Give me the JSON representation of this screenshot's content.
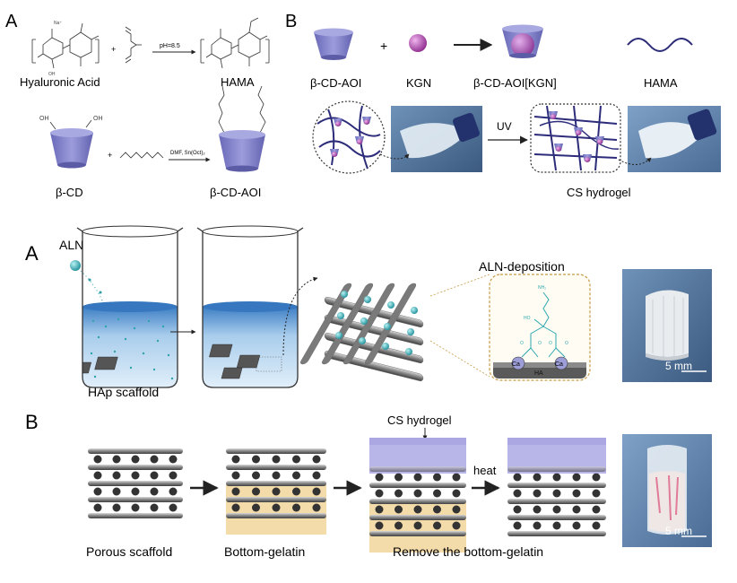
{
  "panel_top_a": {
    "letter": "A",
    "hyaluronic_acid": "Hyaluronic Acid",
    "hama": "HAMA",
    "condition_ph": "pH=8.5",
    "beta_cd": "β-CD",
    "beta_cd_aoi": "β-CD-AOI",
    "condition_dmf": "DMF, Sn(Oct)₂",
    "plus": "+",
    "na": "Na⁺",
    "oh": "OH"
  },
  "panel_top_b": {
    "letter": "B",
    "beta_cd_aoi": "β-CD-AOI",
    "plus": "+",
    "kgn": "KGN",
    "beta_cd_aoi_kgn": "β-CD-AOI[KGN]",
    "hama": "HAMA",
    "uv": "UV",
    "cs_hydrogel": "CS hydrogel"
  },
  "panel_mid_a": {
    "letter": "A",
    "aln": "ALN",
    "hap_scaffold": "HAp scaffold",
    "aln_deposition": "ALN-deposition",
    "ca": "Ca",
    "ha": "HA",
    "scale": "5 mm"
  },
  "panel_bot_b": {
    "letter": "B",
    "cs_hydrogel": "CS hydrogel",
    "heat": "heat",
    "porous_scaffold": "Porous scaffold",
    "bottom_gelatin": "Bottom-gelatin",
    "remove_bottom_gelatin": "Remove the bottom-gelatin",
    "scale": "5 mm"
  },
  "colors": {
    "cd_purple": "#7f7fc9",
    "kgn_magenta": "#b34bb3",
    "hama_navy": "#2c2c7a",
    "aln_cyan": "#3fb5bf",
    "gelatin": "#f3d9a6",
    "hydrogel": "#b5b2e6",
    "photo_blue": "#4b6d96"
  }
}
